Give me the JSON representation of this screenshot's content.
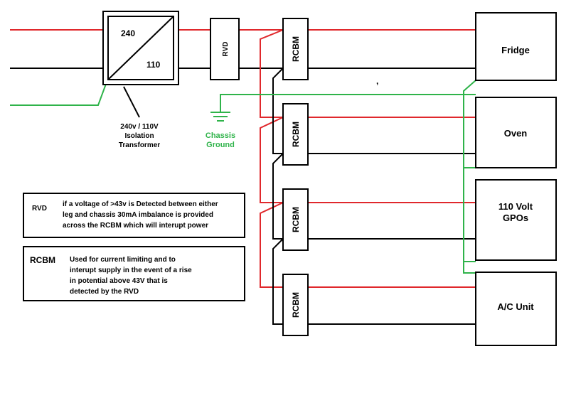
{
  "transformer": {
    "primary_label": "240",
    "secondary_label": "110",
    "caption": [
      "240v / 110V",
      "Isolation",
      "Transformer"
    ]
  },
  "rvd": {
    "label": "RVD"
  },
  "rcbm": {
    "label": "RCBM"
  },
  "ground": {
    "label": [
      "Chassis",
      "Ground"
    ]
  },
  "loads": {
    "fridge": "Fridge",
    "oven": "Oven",
    "gpo": [
      "110 Volt",
      "GPOs"
    ],
    "ac": "A/C Unit"
  },
  "legend_rvd": {
    "term": "RVD",
    "text": [
      "if a voltage of >43v is Detected between either",
      "leg and chassis 30mA imbalance is provided",
      "across the RCBM which will interupt power"
    ]
  },
  "legend_rcbm": {
    "term": "RCBM",
    "text": [
      "Used for current limiting and to",
      "interupt supply in the event of a rise",
      "in potential above 43V  that is",
      "detected by the RVD"
    ]
  },
  "stray_mark": ",",
  "colors": {
    "active": "#e0282c",
    "neutral": "#000000",
    "earth": "#2fb34a"
  }
}
